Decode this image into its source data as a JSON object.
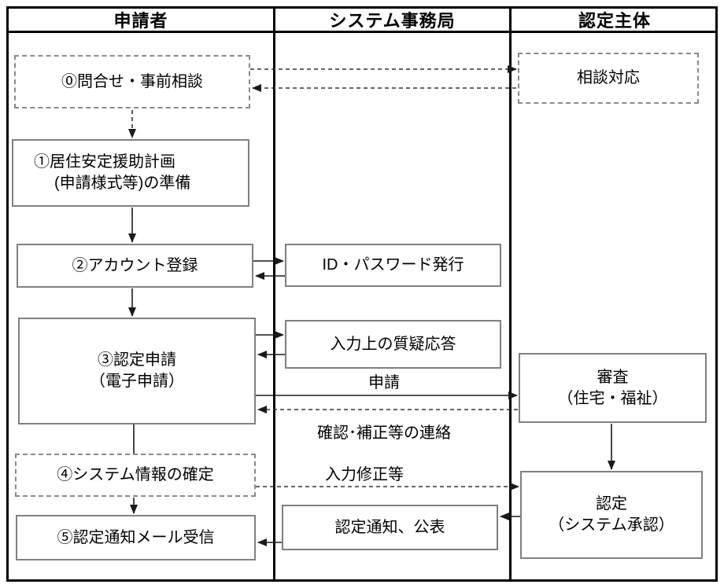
{
  "header": {
    "applicant": "申請者",
    "secretariat": "システム事務局",
    "authority": "認定主体"
  },
  "applicant": {
    "step0": "⓪問合せ・事前相談",
    "step1_line1": "①居住安定援助計画",
    "step1_line2": "(申請様式等)の準備",
    "step2": "②アカウント登録",
    "step3_line1": "③認定申請",
    "step3_line2": "（電子申請）",
    "step4": "④システム情報の確定",
    "step5": "⑤認定通知メール受信"
  },
  "secretariat": {
    "id_password": "ID・パスワード発行",
    "qa": "入力上の質疑応答",
    "label_apply": "申請",
    "label_confirm": "確認･補正等の連絡",
    "label_fix": "入力修正等",
    "notice": "認定通知、公表"
  },
  "authority": {
    "consult": "相談対応",
    "review_line1": "審査",
    "review_line2": "（住宅・福祉）",
    "approve_line1": "認定",
    "approve_line2": "（システム承認）"
  },
  "colors": {
    "frame": "#000000",
    "solid_box_border": "#808080",
    "dashed_box_border": "#8a8a8a",
    "arrow": "#1a1a1a"
  }
}
